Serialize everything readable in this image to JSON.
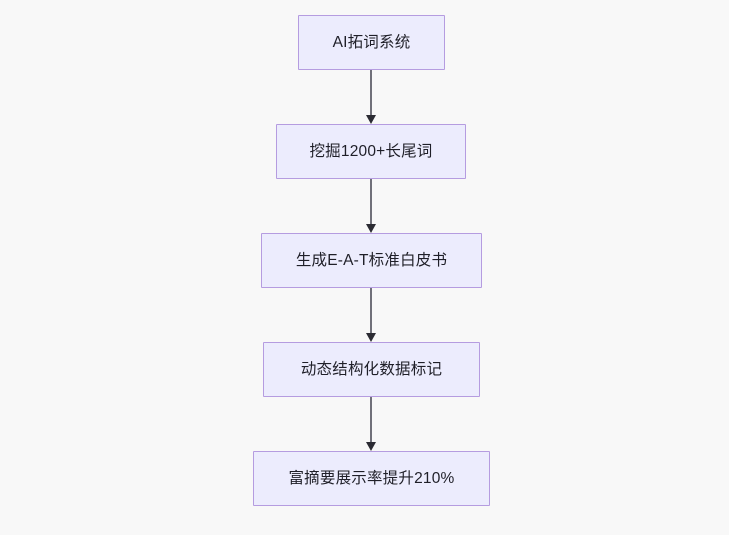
{
  "diagram": {
    "type": "flowchart",
    "direction": "top-to-bottom",
    "background_color": "#f8f8f8",
    "node_fill_color": "#ececfd",
    "node_border_color": "#b59ce0",
    "text_color": "#1f1f28",
    "edge_color": "#70707a",
    "arrowhead_color": "#2b2b33",
    "nodes": [
      {
        "id": "node-1",
        "label": "AI拓词系统"
      },
      {
        "id": "node-2",
        "label": "挖掘1200+长尾词"
      },
      {
        "id": "node-3",
        "label": "生成E-A-T标准白皮书"
      },
      {
        "id": "node-4",
        "label": "动态结构化数据标记"
      },
      {
        "id": "node-5",
        "label": "富摘要展示率提升210%"
      }
    ],
    "edges": [
      {
        "id": "edge-1-2",
        "from": "node-1",
        "to": "node-2",
        "arrow": "down-arrow-icon"
      },
      {
        "id": "edge-2-3",
        "from": "node-2",
        "to": "node-3",
        "arrow": "down-arrow-icon"
      },
      {
        "id": "edge-3-4",
        "from": "node-3",
        "to": "node-4",
        "arrow": "down-arrow-icon"
      },
      {
        "id": "edge-4-5",
        "from": "node-4",
        "to": "node-5",
        "arrow": "down-arrow-icon"
      }
    ]
  }
}
